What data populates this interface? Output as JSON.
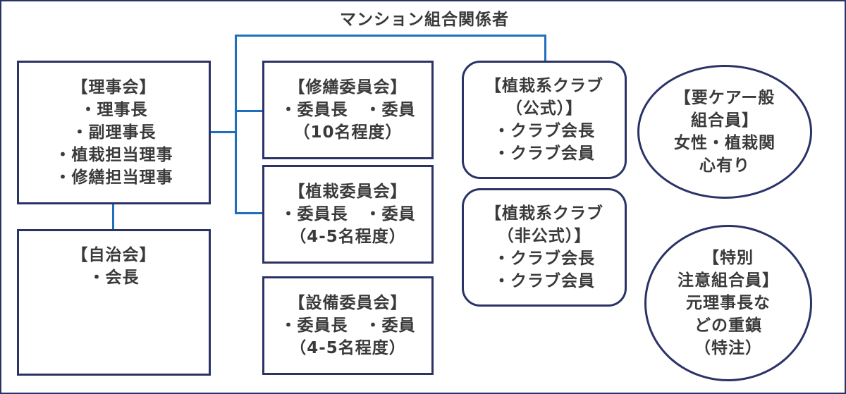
{
  "title": "マンション組合関係者",
  "boards": {
    "board": [
      "【理事会】",
      "・理事長",
      "・副理事長",
      "・植栽担当理事",
      "・修繕担当理事"
    ],
    "residents": [
      "【自治会】",
      "・会長"
    ]
  },
  "committees": {
    "repair": [
      "【修繕委員会】",
      "・委員長　・委員",
      "（10名程度）"
    ],
    "planting": [
      "【植栽委員会】",
      "・委員長　・委員",
      "（4-5名程度）"
    ],
    "facilities": [
      "【設備委員会】",
      "・委員長　・委員",
      "（4-5名程度）"
    ]
  },
  "clubs": {
    "official": [
      "【植栽系クラブ",
      "（公式）】",
      "・クラブ会長",
      "・クラブ会員"
    ],
    "unofficial": [
      "【植栽系クラブ",
      "（非公式）】",
      "・クラブ会長",
      "・クラブ会員"
    ]
  },
  "members": {
    "care_needed": [
      "【要ケアー般",
      "組合員】",
      "女性・植栽関",
      "心有り"
    ],
    "special_attention": [
      "【特別",
      "注意組合員】",
      "元理事長な",
      "どの重鎮",
      "（特注）"
    ]
  },
  "colors": {
    "box_border": "#2b3366",
    "connector": "#1f6fbf",
    "text": "#3a3a3a"
  }
}
